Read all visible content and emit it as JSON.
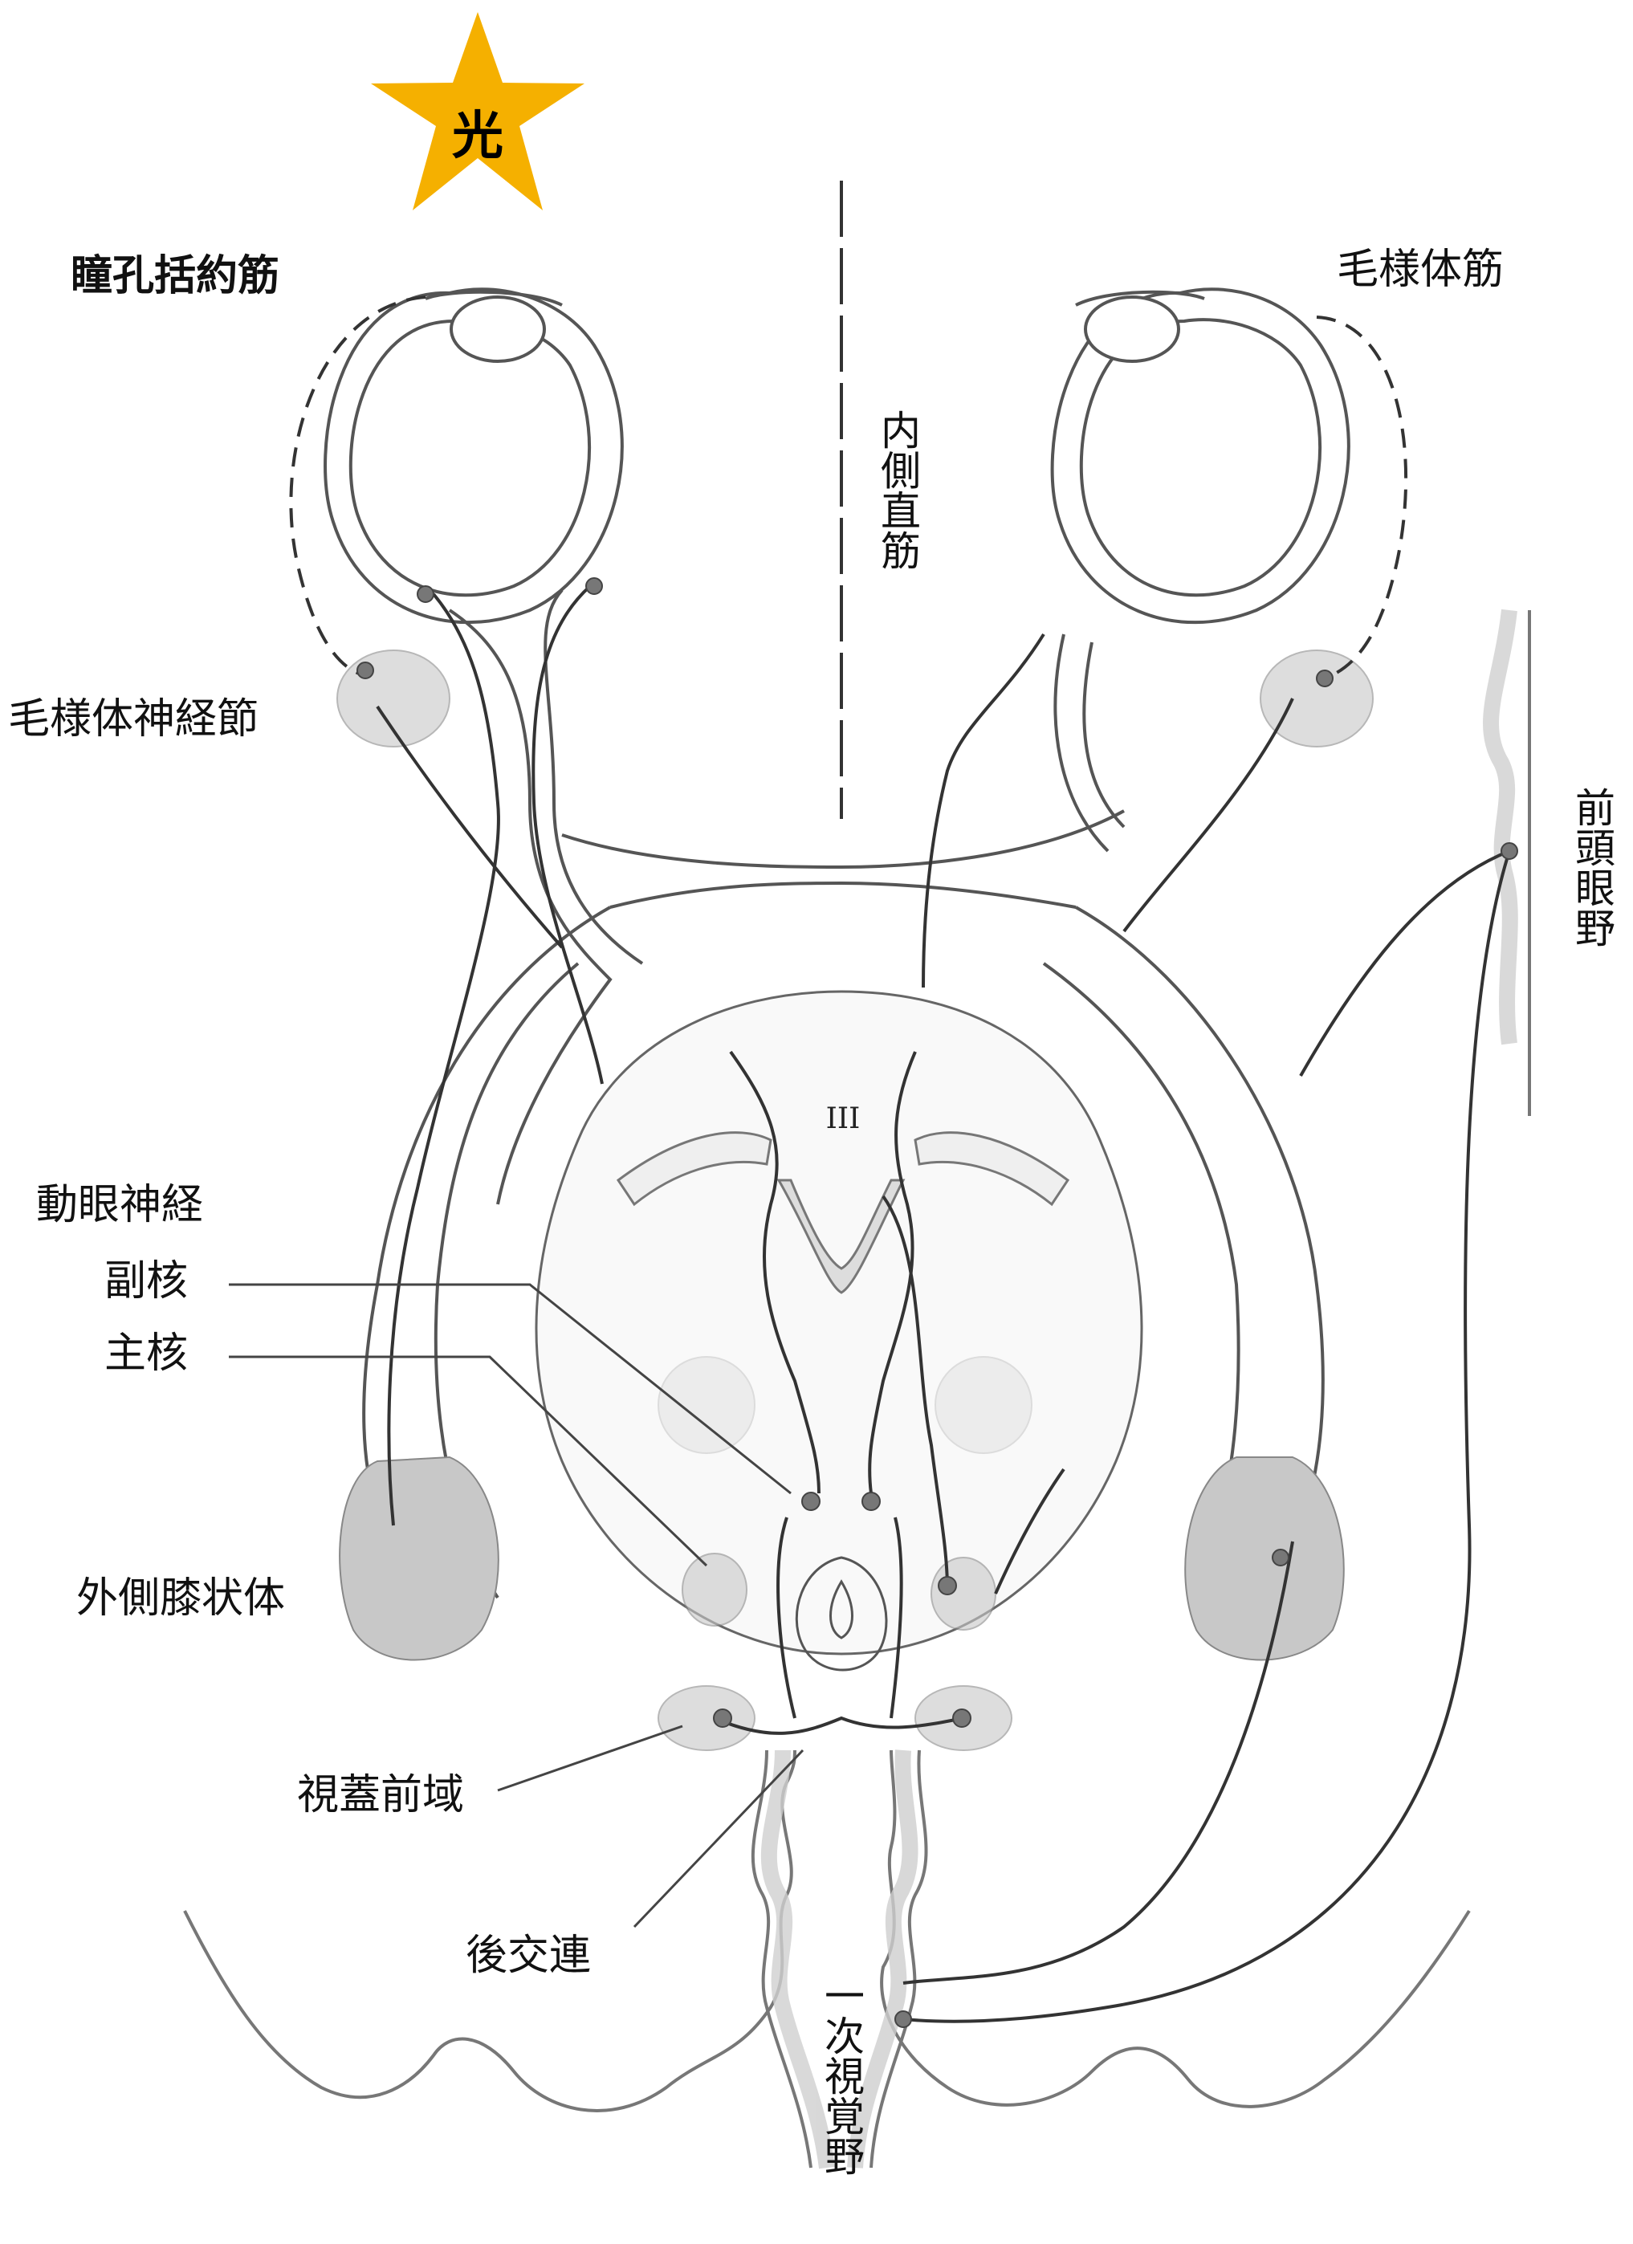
{
  "star_label": "光",
  "labels": {
    "sphincter": "瞳孔括約筋",
    "ciliary_muscle": "毛様体筋",
    "ciliary_ganglion": "毛様体神経節",
    "medial_rectus": "内側直筋",
    "frontal_eye_field": "前頭眼野",
    "oculomotor_nerve": "動眼神経",
    "accessory_nucleus": "副核",
    "main_nucleus": "主核",
    "lgn": "外側膝状体",
    "pretectal_area": "視蓋前域",
    "posterior_commissure": "後交連",
    "primary_visual_cortex": "一次視覚野",
    "nerve_number": "III"
  },
  "colors": {
    "star": "#F5B000",
    "line": "#333333",
    "outline": "#555555",
    "nucleus_fill": "#c8c8c8",
    "body_fill": "#f7f7f7"
  }
}
